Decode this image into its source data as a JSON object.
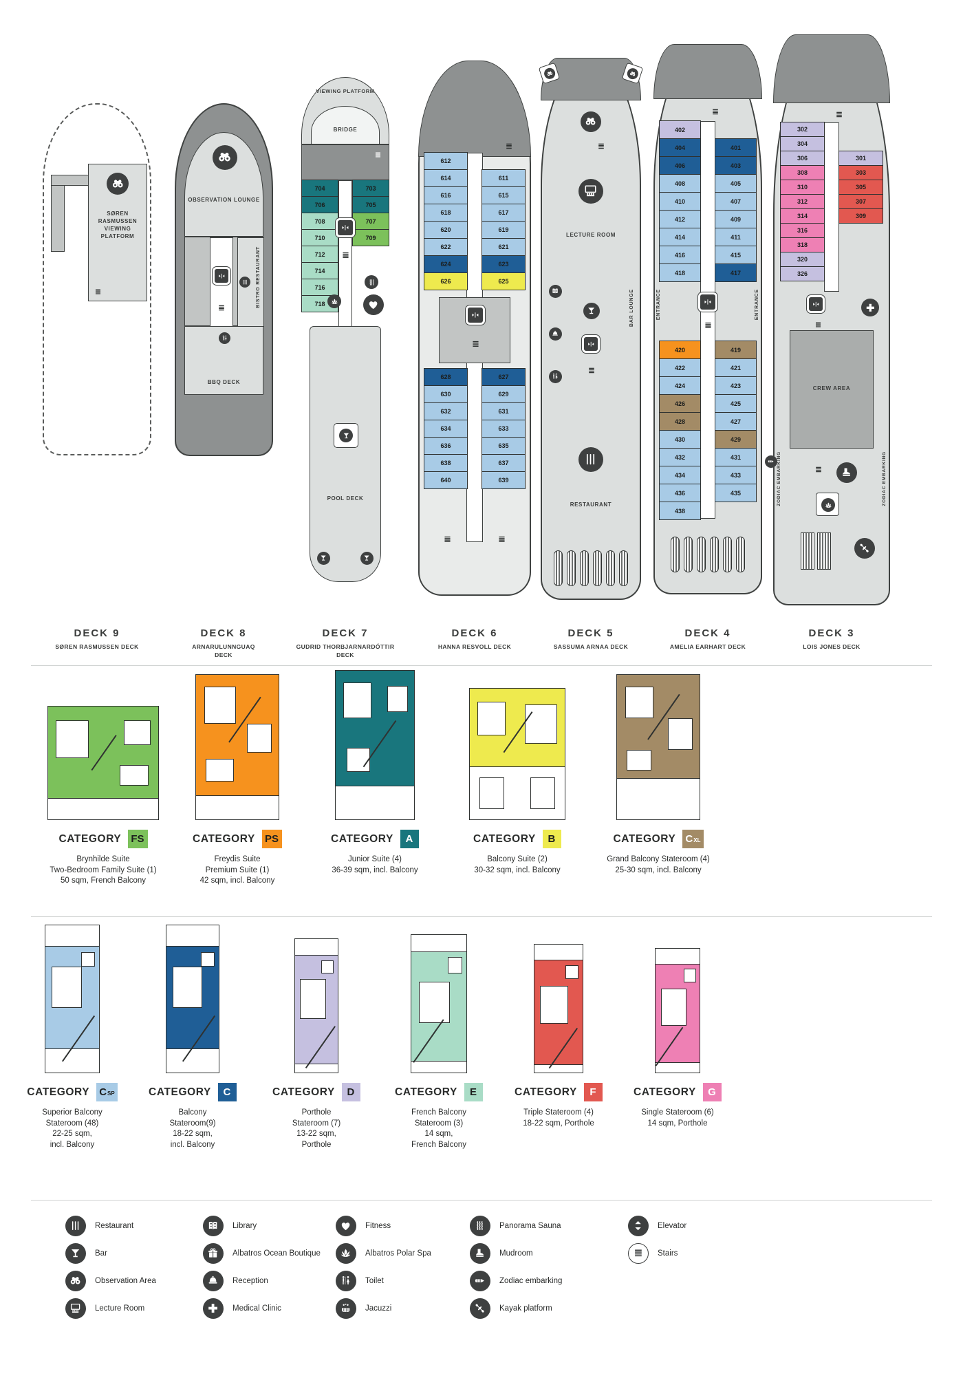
{
  "labels": {
    "category_word": "CATEGORY"
  },
  "colors": {
    "FS": "#7cc15b",
    "PS": "#f6921e",
    "A": "#19767d",
    "B": "#eeea4e",
    "CXL": "#a38b66",
    "CSP": "#a8cbe6",
    "C": "#1f5e96",
    "D": "#c5c0e0",
    "E": "#a9dcc6",
    "F": "#e25850",
    "G": "#ee80b4"
  },
  "decks": [
    {
      "label": "DECK 9",
      "name": "SØREN RASMUSSEN DECK",
      "platform_lines": [
        "SØREN",
        "RASMUSSEN",
        "VIEWING",
        "PLATFORM"
      ]
    },
    {
      "label": "DECK 8",
      "name": "ARNARULUNNGUAQ DECK",
      "observation": "OBSERVATION LOUNGE",
      "bistro": "BISTRO RESTAURANT",
      "bbq": "BBQ DECK"
    },
    {
      "label": "DECK 7",
      "name": "GUDRID THORBJARNARDÓTTIR DECK",
      "viewing": "VIEWING PLATFORM",
      "bridge": "BRIDGE",
      "pool": "POOL DECK",
      "rooms": [
        {
          "l": "704",
          "lc": "A",
          "r": "703",
          "rc": "A"
        },
        {
          "l": "706",
          "lc": "A",
          "r": "705",
          "rc": "A"
        },
        {
          "l": "708",
          "lc": "E",
          "r": "707",
          "rc": "FS"
        },
        {
          "l": "710",
          "lc": "E",
          "r": "709",
          "rc": "FS"
        },
        {
          "l": "712",
          "lc": "E"
        },
        {
          "l": "714",
          "lc": "E"
        },
        {
          "l": "716",
          "lc": "E"
        },
        {
          "l": "718",
          "lc": "E"
        }
      ]
    },
    {
      "label": "DECK 6",
      "name": "HANNA RESVOLL DECK",
      "rooms_fwd": [
        {
          "l": "612",
          "lc": "CSP"
        },
        {
          "l": "614",
          "lc": "CSP",
          "r": "611",
          "rc": "CSP"
        },
        {
          "l": "616",
          "lc": "CSP",
          "r": "615",
          "rc": "CSP"
        },
        {
          "l": "618",
          "lc": "CSP",
          "r": "617",
          "rc": "CSP"
        },
        {
          "l": "620",
          "lc": "CSP",
          "r": "619",
          "rc": "CSP"
        },
        {
          "l": "622",
          "lc": "CSP",
          "r": "621",
          "rc": "CSP"
        },
        {
          "l": "624",
          "lc": "C",
          "r": "623",
          "rc": "C"
        },
        {
          "l": "626",
          "lc": "B",
          "r": "625",
          "rc": "B"
        }
      ],
      "rooms_aft": [
        {
          "l": "628",
          "lc": "C",
          "r": "627",
          "rc": "C"
        },
        {
          "l": "630",
          "lc": "CSP",
          "r": "629",
          "rc": "CSP"
        },
        {
          "l": "632",
          "lc": "CSP",
          "r": "631",
          "rc": "CSP"
        },
        {
          "l": "634",
          "lc": "CSP",
          "r": "633",
          "rc": "CSP"
        },
        {
          "l": "636",
          "lc": "CSP",
          "r": "635",
          "rc": "CSP"
        },
        {
          "l": "638",
          "lc": "CSP",
          "r": "637",
          "rc": "CSP"
        },
        {
          "l": "640",
          "lc": "CSP",
          "r": "639",
          "rc": "CSP"
        }
      ]
    },
    {
      "label": "DECK 5",
      "name": "SASSUMA ARNAA DECK",
      "lecture": "LECTURE ROOM",
      "bar": "BAR LOUNGE",
      "restaurant": "RESTAURANT"
    },
    {
      "label": "DECK 4",
      "name": "AMELIA EARHART DECK",
      "entrance": "ENTRANCE",
      "rooms_fwd": [
        {
          "l": "402",
          "lc": "D"
        },
        {
          "l": "404",
          "lc": "C",
          "r": "401",
          "rc": "C"
        },
        {
          "l": "406",
          "lc": "C",
          "r": "403",
          "rc": "C"
        },
        {
          "l": "408",
          "lc": "CSP",
          "r": "405",
          "rc": "CSP"
        },
        {
          "l": "410",
          "lc": "CSP",
          "r": "407",
          "rc": "CSP"
        },
        {
          "l": "412",
          "lc": "CSP",
          "r": "409",
          "rc": "CSP"
        },
        {
          "l": "414",
          "lc": "CSP",
          "r": "411",
          "rc": "CSP"
        },
        {
          "l": "416",
          "lc": "CSP",
          "r": "415",
          "rc": "CSP"
        },
        {
          "l": "418",
          "lc": "CSP",
          "r": "417",
          "rc": "C"
        }
      ],
      "rooms_aft": [
        {
          "l": "420",
          "lc": "PS",
          "r": "419",
          "rc": "CXL"
        },
        {
          "l": "422",
          "lc": "CSP",
          "r": "421",
          "rc": "CSP"
        },
        {
          "l": "424",
          "lc": "CSP",
          "r": "423",
          "rc": "CSP"
        },
        {
          "l": "426",
          "lc": "CXL",
          "r": "425",
          "rc": "CSP"
        },
        {
          "l": "428",
          "lc": "CXL",
          "r": "427",
          "rc": "CSP"
        },
        {
          "l": "430",
          "lc": "CSP",
          "r": "429",
          "rc": "CXL"
        },
        {
          "l": "432",
          "lc": "CSP",
          "r": "431",
          "rc": "CSP"
        },
        {
          "l": "434",
          "lc": "CSP",
          "r": "433",
          "rc": "CSP"
        },
        {
          "l": "436",
          "lc": "CSP",
          "r": "435",
          "rc": "CSP"
        },
        {
          "l": "438",
          "lc": "CSP"
        }
      ]
    },
    {
      "label": "DECK 3",
      "name": "LOIS JONES DECK",
      "crew": "CREW AREA",
      "zodiac": "ZODIAC EMBARKING",
      "rooms": [
        {
          "l": "302",
          "lc": "D"
        },
        {
          "l": "304",
          "lc": "D"
        },
        {
          "l": "306",
          "lc": "D",
          "r": "301",
          "rc": "D"
        },
        {
          "l": "308",
          "lc": "G",
          "r": "303",
          "rc": "F"
        },
        {
          "l": "310",
          "lc": "G",
          "r": "305",
          "rc": "F"
        },
        {
          "l": "312",
          "lc": "G",
          "r": "307",
          "rc": "F"
        },
        {
          "l": "314",
          "lc": "G",
          "r": "309",
          "rc": "F"
        },
        {
          "l": "316",
          "lc": "G"
        },
        {
          "l": "318",
          "lc": "G"
        },
        {
          "l": "320",
          "lc": "D"
        },
        {
          "l": "326",
          "lc": "D"
        }
      ]
    }
  ],
  "categories_row1": [
    {
      "code": "FS",
      "sub": "",
      "badge_style": "background:#7cc15b;color:#1d1f1e",
      "lines": [
        "Brynhilde Suite",
        "Two-Bedroom Family Suite (1)",
        "50 sqm, French Balcony"
      ]
    },
    {
      "code": "PS",
      "sub": "",
      "badge_style": "background:#f6921e;color:#1d1f1e",
      "lines": [
        "Freydis Suite",
        "Premium Suite (1)",
        "42 sqm, incl. Balcony"
      ]
    },
    {
      "code": "A",
      "sub": "",
      "badge_style": "background:#19767d;color:#ffffff",
      "lines": [
        "Junior Suite (4)",
        "36-39 sqm, incl. Balcony"
      ]
    },
    {
      "code": "B",
      "sub": "",
      "badge_style": "background:#eeea4e;color:#1d1f1e",
      "lines": [
        "Balcony Suite (2)",
        "30-32 sqm, incl. Balcony"
      ]
    },
    {
      "code": "C",
      "sub": "XL",
      "badge_style": "background:#a38b66;color:#ffffff",
      "lines": [
        "Grand Balcony Stateroom (4)",
        "25-30 sqm, incl. Balcony"
      ]
    }
  ],
  "categories_row2": [
    {
      "code": "C",
      "sub": "SP",
      "badge_style": "background:#a8cbe6;color:#1d1f1e",
      "lines": [
        "Superior Balcony",
        "Stateroom (48)",
        "22-25 sqm,",
        "incl. Balcony"
      ]
    },
    {
      "code": "C",
      "sub": "",
      "badge_style": "background:#1f5e96;color:#ffffff",
      "lines": [
        "Balcony",
        "Stateroom(9)",
        "18-22 sqm,",
        "incl. Balcony"
      ]
    },
    {
      "code": "D",
      "sub": "",
      "badge_style": "background:#c5c0e0;color:#1d1f1e",
      "lines": [
        "Porthole",
        "Stateroom (7)",
        "13-22 sqm,",
        "Porthole"
      ]
    },
    {
      "code": "E",
      "sub": "",
      "badge_style": "background:#a9dcc6;color:#1d1f1e",
      "lines": [
        "French Balcony",
        "Stateroom (3)",
        "14 sqm,",
        "French Balcony"
      ]
    },
    {
      "code": "F",
      "sub": "",
      "badge_style": "background:#e25850;color:#ffffff",
      "lines": [
        "Triple Stateroom (4)",
        "18-22 sqm, Porthole"
      ]
    },
    {
      "code": "G",
      "sub": "",
      "badge_style": "background:#ee80b4;color:#ffffff",
      "lines": [
        "Single Stateroom (6)",
        "14 sqm, Porthole"
      ]
    }
  ],
  "legend": [
    {
      "icon": "restaurant-icon",
      "label": "Restaurant"
    },
    {
      "icon": "bar-icon",
      "label": "Bar"
    },
    {
      "icon": "observation-icon",
      "label": "Observation Area"
    },
    {
      "icon": "lecture-room-icon",
      "label": "Lecture Room"
    },
    {
      "icon": "library-icon",
      "label": "Library"
    },
    {
      "icon": "boutique-icon",
      "label": "Albatros Ocean Boutique"
    },
    {
      "icon": "reception-icon",
      "label": "Reception"
    },
    {
      "icon": "medical-clinic-icon",
      "label": "Medical Clinic"
    },
    {
      "icon": "fitness-icon",
      "label": "Fitness"
    },
    {
      "icon": "polar-spa-icon",
      "label": "Albatros Polar Spa"
    },
    {
      "icon": "toilet-icon",
      "label": "Toilet"
    },
    {
      "icon": "jacuzzi-icon",
      "label": "Jacuzzi"
    },
    {
      "icon": "sauna-icon",
      "label": "Panorama Sauna"
    },
    {
      "icon": "mudroom-icon",
      "label": "Mudroom"
    },
    {
      "icon": "zodiac-icon",
      "label": "Zodiac embarking"
    },
    {
      "icon": "kayak-icon",
      "label": "Kayak platform"
    },
    {
      "icon": "elevator-icon",
      "label": "Elevator",
      "outline": false
    },
    {
      "icon": "stairs-icon",
      "label": "Stairs",
      "outline": true
    }
  ]
}
